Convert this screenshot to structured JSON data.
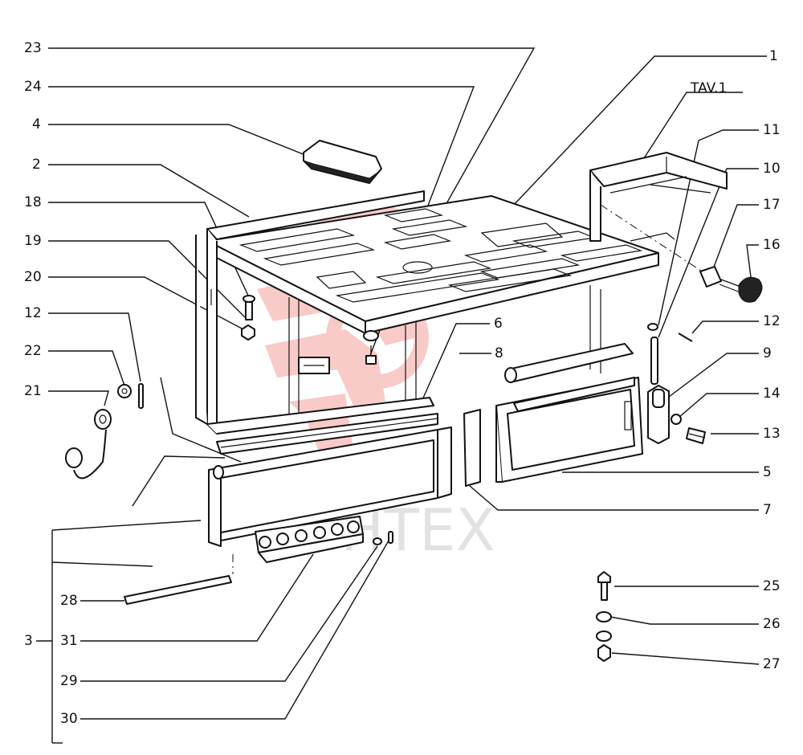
{
  "drawing": {
    "sheet_label": "TAV.1",
    "watermark": "ИНТЕХ"
  },
  "callouts": {
    "left": [
      {
        "id": "23",
        "label": "23"
      },
      {
        "id": "24",
        "label": "24"
      },
      {
        "id": "4",
        "label": "4"
      },
      {
        "id": "2",
        "label": "2"
      },
      {
        "id": "18",
        "label": "18"
      },
      {
        "id": "19",
        "label": "19"
      },
      {
        "id": "20",
        "label": "20"
      },
      {
        "id": "12",
        "label": "12"
      },
      {
        "id": "22",
        "label": "22"
      },
      {
        "id": "21",
        "label": "21"
      },
      {
        "id": "28",
        "label": "28"
      },
      {
        "id": "3",
        "label": "3"
      },
      {
        "id": "31",
        "label": "31"
      },
      {
        "id": "29",
        "label": "29"
      },
      {
        "id": "30",
        "label": "30"
      }
    ],
    "right": [
      {
        "id": "1",
        "label": "1"
      },
      {
        "id": "11",
        "label": "11"
      },
      {
        "id": "10",
        "label": "10"
      },
      {
        "id": "17",
        "label": "17"
      },
      {
        "id": "16",
        "label": "16"
      },
      {
        "id": "12b",
        "label": "12"
      },
      {
        "id": "9",
        "label": "9"
      },
      {
        "id": "14",
        "label": "14"
      },
      {
        "id": "13",
        "label": "13"
      },
      {
        "id": "5",
        "label": "5"
      },
      {
        "id": "7",
        "label": "7"
      },
      {
        "id": "25",
        "label": "25"
      },
      {
        "id": "26",
        "label": "26"
      },
      {
        "id": "27",
        "label": "27"
      }
    ],
    "center": [
      {
        "id": "6",
        "label": "6"
      },
      {
        "id": "8",
        "label": "8"
      }
    ]
  },
  "colors": {
    "ink": "#111111",
    "watermark_red": "#e8463c",
    "watermark_gray": "#d4d4d4"
  }
}
